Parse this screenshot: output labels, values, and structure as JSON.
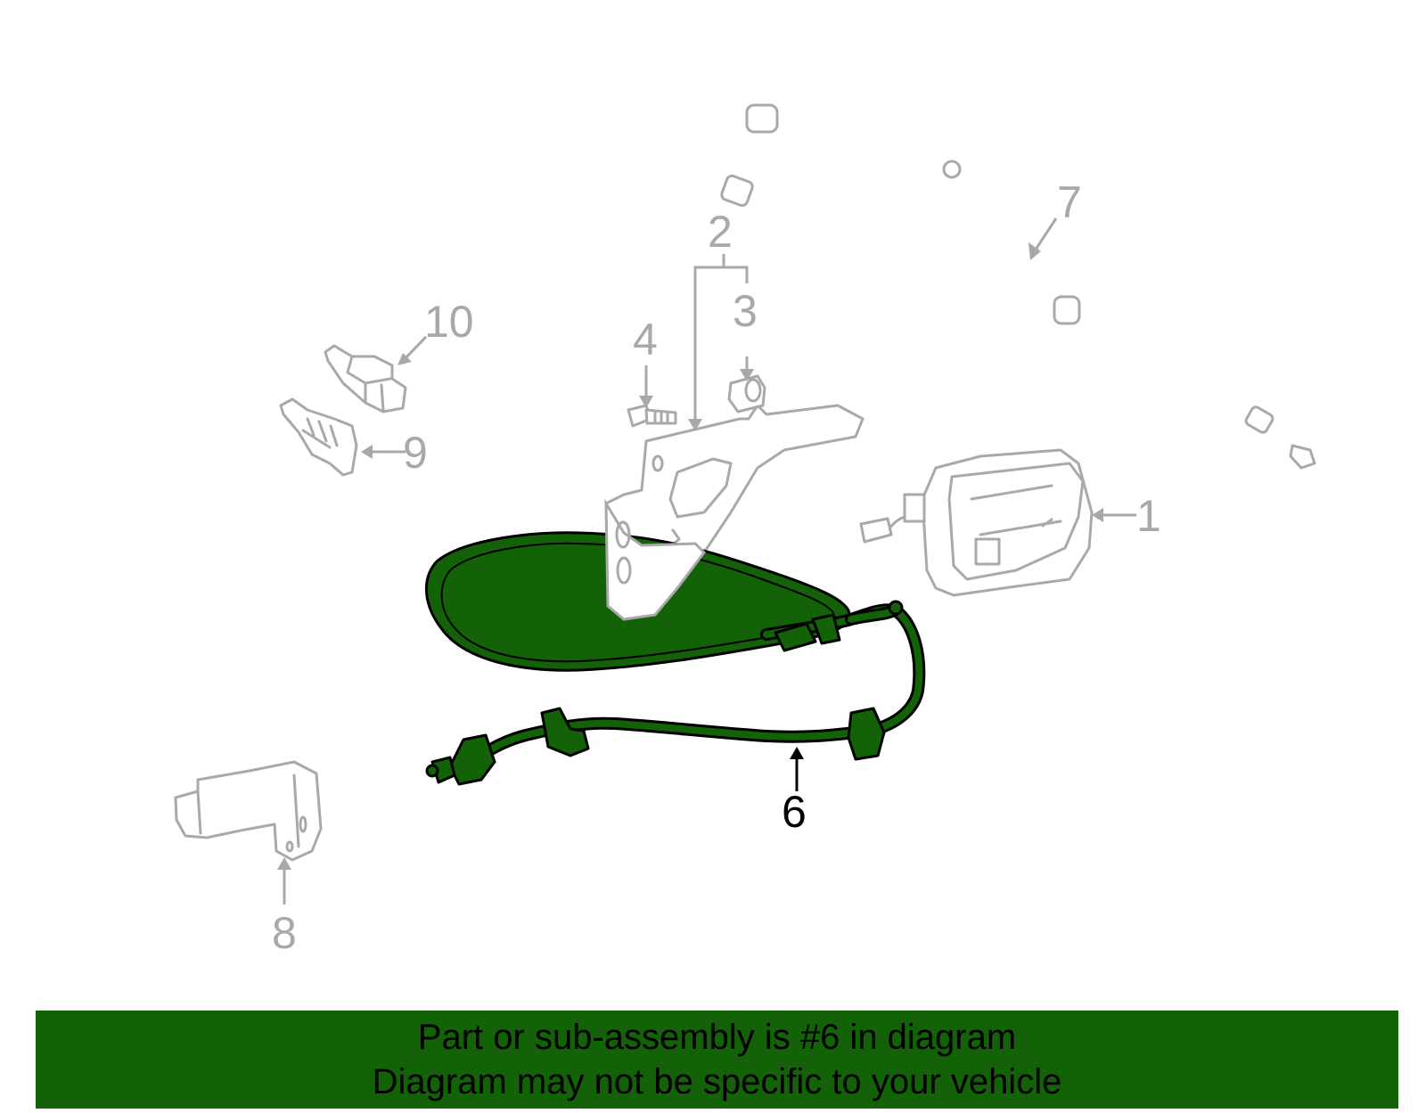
{
  "callouts": {
    "c1": "1",
    "c2": "2",
    "c3": "3",
    "c4": "4",
    "c6": "6",
    "c7": "7",
    "c8": "8",
    "c9": "9",
    "c10": "10"
  },
  "highlighted_part": "6",
  "colors": {
    "highlight": "#136207",
    "callout_gray": "#a8a8a8",
    "callout_active": "#000000",
    "banner": "#136207"
  },
  "banner": {
    "line1": "Part or sub-assembly is #6 in diagram",
    "line2": "Diagram may not be specific to your vehicle"
  }
}
